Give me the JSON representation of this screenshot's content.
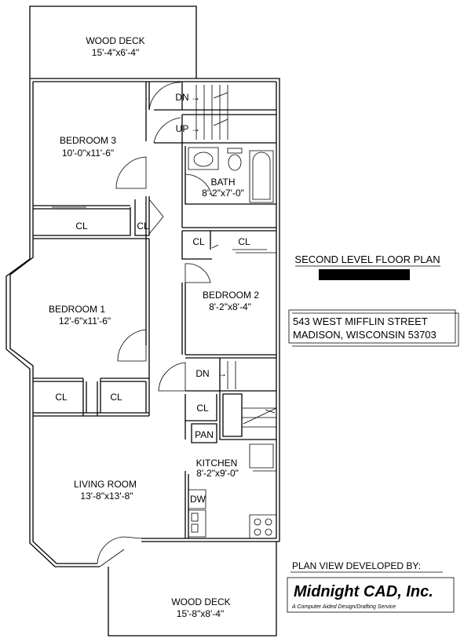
{
  "plan_title": "SECOND LEVEL FLOOR PLAN",
  "address": {
    "line1": "543 WEST MIFFLIN STREET",
    "line2": "MADISON, WISCONSIN  53703"
  },
  "credit": {
    "heading": "PLAN VIEW DEVELOPED BY:",
    "company": "Midnight CAD, Inc.",
    "tagline": "A Computer Aided Design/Drafting Service"
  },
  "rooms": {
    "deck_top": {
      "name": "WOOD DECK",
      "size": "15'-4\"x6'-4\""
    },
    "bedroom3": {
      "name": "BEDROOM 3",
      "size": "10'-0\"x11'-6\""
    },
    "bath": {
      "name": "BATH",
      "size": "8'-2\"x7'-0\""
    },
    "bedroom1": {
      "name": "BEDROOM 1",
      "size": "12'-6\"x11'-6\""
    },
    "bedroom2": {
      "name": "BEDROOM 2",
      "size": "8'-2\"x8'-4\""
    },
    "kitchen": {
      "name": "KITCHEN",
      "size": "8'-2\"x9'-0\""
    },
    "living": {
      "name": "LIVING ROOM",
      "size": "13'-8\"x13'-8\""
    },
    "deck_bottom": {
      "name": "WOOD DECK",
      "size": "15'-8\"x8'-4\""
    }
  },
  "labels": {
    "cl": "CL",
    "dn": "DN",
    "up": "UP",
    "pan": "PAN",
    "dw": "DW"
  }
}
